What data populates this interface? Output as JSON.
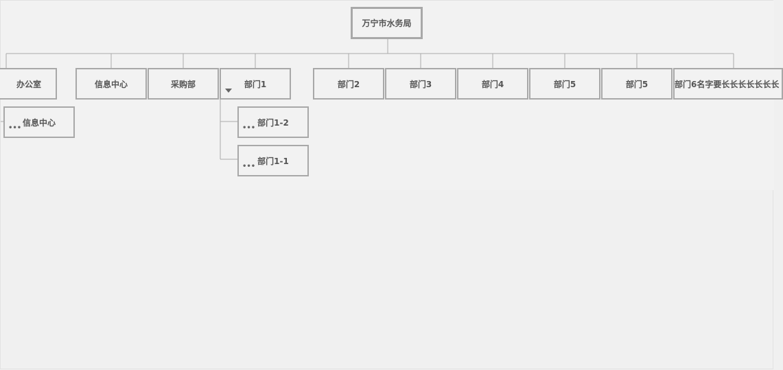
{
  "root": {
    "label": "万宁市水务局"
  },
  "departments": [
    {
      "id": "office",
      "label": "办公室"
    },
    {
      "id": "info",
      "label": "信息中心"
    },
    {
      "id": "purchase",
      "label": "采购部"
    },
    {
      "id": "dept1",
      "label": "部门1"
    },
    {
      "id": "dept2",
      "label": "部门2"
    },
    {
      "id": "dept3",
      "label": "部门3"
    },
    {
      "id": "dept4",
      "label": "部门4"
    },
    {
      "id": "dept5a",
      "label": "部门5"
    },
    {
      "id": "dept5b",
      "label": "部门5"
    },
    {
      "id": "dept6",
      "label": "部门6名字要长长长长长长长"
    }
  ],
  "children": {
    "office_info": {
      "label": "信息中心",
      "more_icon": "more-icon"
    },
    "dept1_2": {
      "label": "部门1-2",
      "more_icon": "more-icon"
    },
    "dept1_1": {
      "label": "部门1-1",
      "more_icon": "more-icon"
    }
  },
  "icons": {
    "expanded": "caret-down-icon",
    "more": "ellipsis-icon"
  },
  "colors": {
    "background": "#f0f0f0",
    "node_border": "#a8a8a8",
    "connector": "#aaaaaa",
    "text": "#555555"
  }
}
